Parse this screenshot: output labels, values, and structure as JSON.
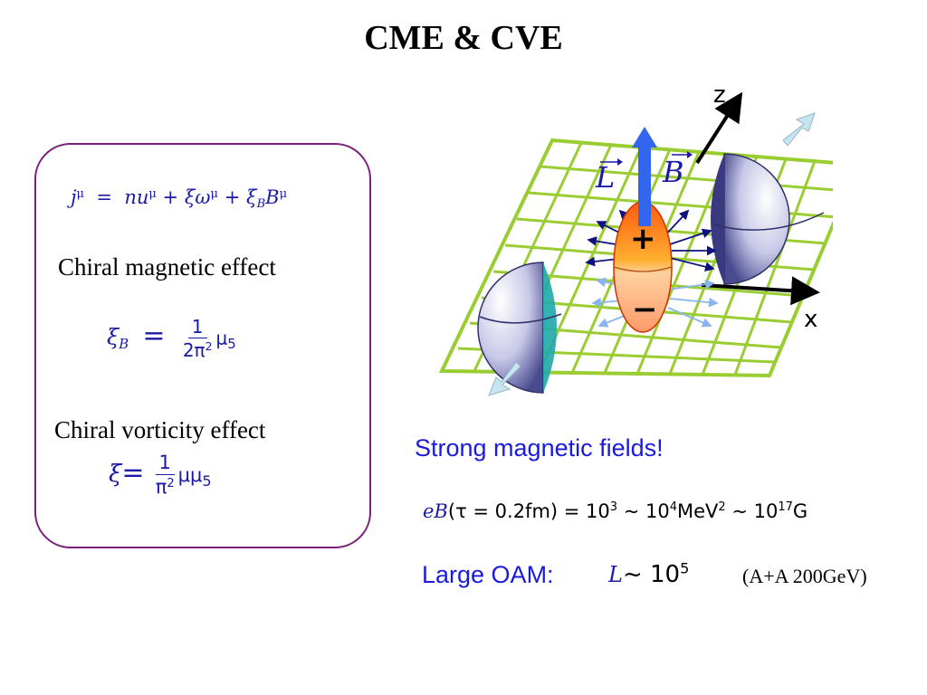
{
  "slide": {
    "title": "CME & CVE"
  },
  "equations": {
    "current": {
      "lhs": "j",
      "lhs_sup": "μ",
      "eq": "=",
      "t1": "nu",
      "t1_sup": "μ",
      "plus1": "+",
      "t2": "ξω",
      "t2_sup": "μ",
      "plus2": "+",
      "t3": "ξ",
      "t3_sub": "B",
      "t3b": "B",
      "t3_sup": "μ"
    },
    "cme_label": "Chiral magnetic effect",
    "cme": {
      "lhs": "ξ",
      "lhs_sub": "B",
      "eq": "=",
      "num": "1",
      "den": "2π",
      "den_sup": "2",
      "tail": "μ",
      "tail_sub": "5"
    },
    "cve_label": "Chiral vorticity  effect",
    "cve": {
      "lhs": "ξ",
      "eq": "=",
      "num": "1",
      "den": "π",
      "den_sup": "2",
      "tail": "μμ",
      "tail_sub": "5"
    }
  },
  "diagram": {
    "axis_z": "z",
    "axis_x": "x",
    "vec_L": "L",
    "vec_B": "B",
    "plus_sign": "+",
    "minus_sign": "−",
    "colors": {
      "grid": "#9acd32",
      "arrow_up": "#3366ee",
      "sphere": "#5a5aa0",
      "ellipse_top": "#ff7a1a",
      "ellipse_bottom": "#ffcc99"
    }
  },
  "right_text": {
    "strong_fields": "Strong magnetic fields!",
    "eb": {
      "a": "eB",
      "b": "(τ = 0.2fm) = 10",
      "b_sup": "3",
      "c": " ~ 10",
      "c_sup": "4",
      "d": "MeV",
      "d_sup": "2",
      "e": " ~ 10",
      "e_sup": "17",
      "f": "G"
    },
    "oam_label": "Large OAM:",
    "oam_L": "L",
    "oam_val": "~ 10",
    "oam_sup": "5",
    "oam_note": "(A+A 200GeV)"
  }
}
